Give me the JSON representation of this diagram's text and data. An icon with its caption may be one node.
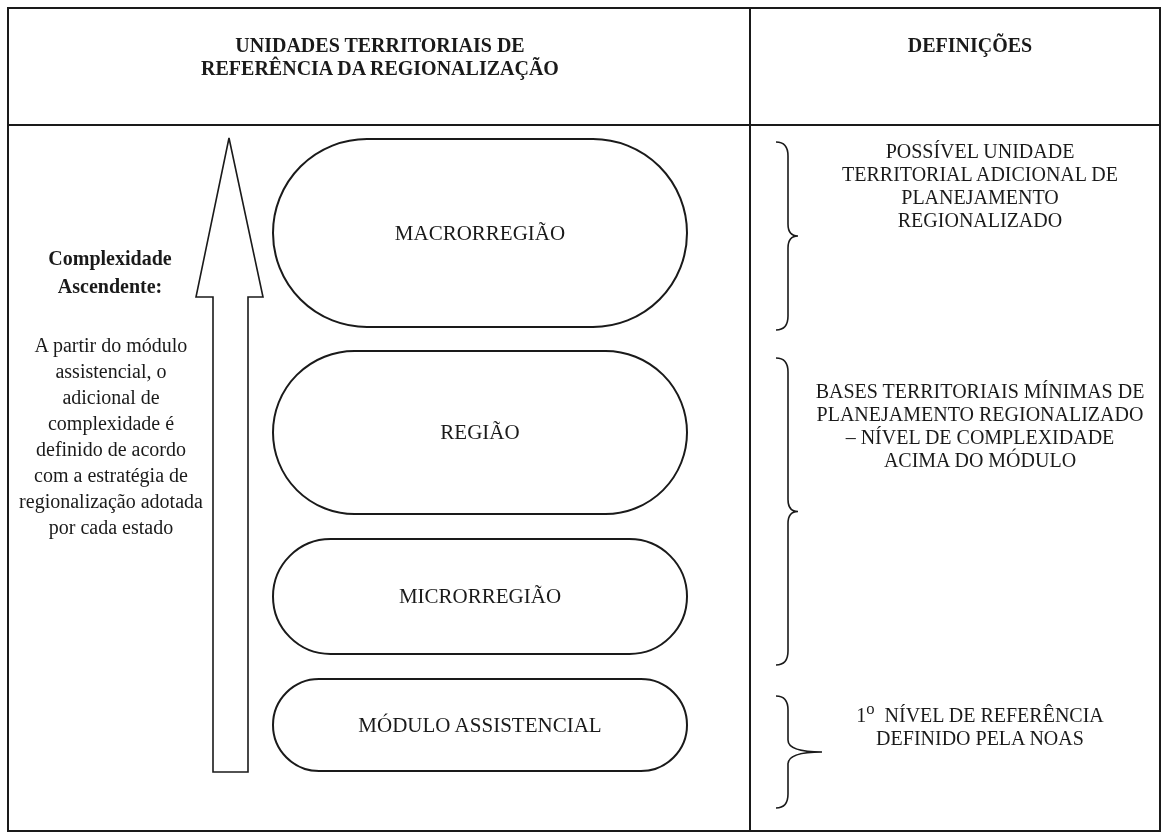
{
  "diagram": {
    "nodes": [
      {
        "text": [
          "MACRORREGIÃO"
        ]
      },
      {
        "text": [
          "REGIÃO"
        ]
      },
      {
        "text": [
          "MICRORREGIÃO"
        ]
      },
      {
        "text": [
          "MÓDULO ASSISTENCIAL"
        ]
      }
    ],
    "edges": [],
    "labels": [
      "UNIDADES TERRITORIAIS DE REFERÊNCIA DA REGIONALIZAÇÃO",
      "DEFINIÇÕES",
      "Complexidade Ascendente:",
      "A partir do módulo assistencial, o adicional de complexidade é definido de acordo com a estratégia de regionalização adotada  por cada estado",
      "POSSÍVEL UNIDADE TERRITORIAL ADICIONAL DE PLANEJAMENTO REGIONALIZADO",
      "BASES TERRITORIAIS MÍNIMAS DE PLANEJAMENTO REGIONALIZADO – NÍVEL DE COMPLEXIDADE ACIMA DO MÓDULO",
      "1$^{o}$  NÍVEL DE REFERÊNCIA DEFINIDO PELA NOAS"
    ]
  }
}
